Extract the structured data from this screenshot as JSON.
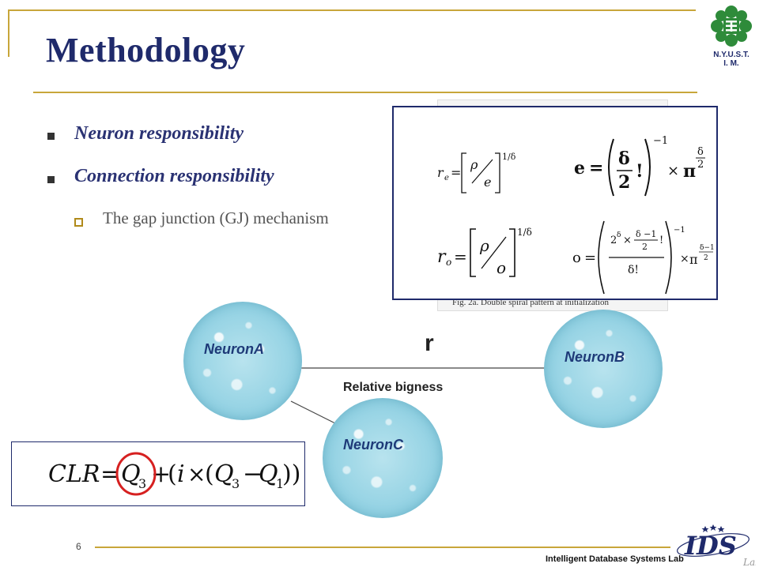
{
  "slide": {
    "title": "Methodology",
    "bullets": [
      {
        "text": "Neuron responsibility"
      },
      {
        "text": "Connection responsibility"
      }
    ],
    "sub_bullet": "The gap junction (GJ) mechanism",
    "page_number": "6",
    "footer_lab": "Intelligent Database Systems Lab",
    "logo_text_line1": "N.Y.U.S.T.",
    "logo_text_line2": "I. M.",
    "ids_logo": "IDS",
    "ids_logo_sub": "Lab"
  },
  "diagram": {
    "neuron_a": "NeuronA",
    "neuron_b": "NeuronB",
    "neuron_c": "NeuronC",
    "r_label": "r",
    "relative_label": "Relative bigness"
  },
  "figure": {
    "caption": "Fig. 2a. Double spiral pattern at initialization"
  },
  "formulas": {
    "clr": "CLR = Q₃ + (i × (Q₃ − Q₁))"
  },
  "colors": {
    "title": "#1f2a6b",
    "accent_line": "#c8a63a",
    "neuron_fill": "#8fd0e2",
    "highlight_circle": "#d62020"
  }
}
